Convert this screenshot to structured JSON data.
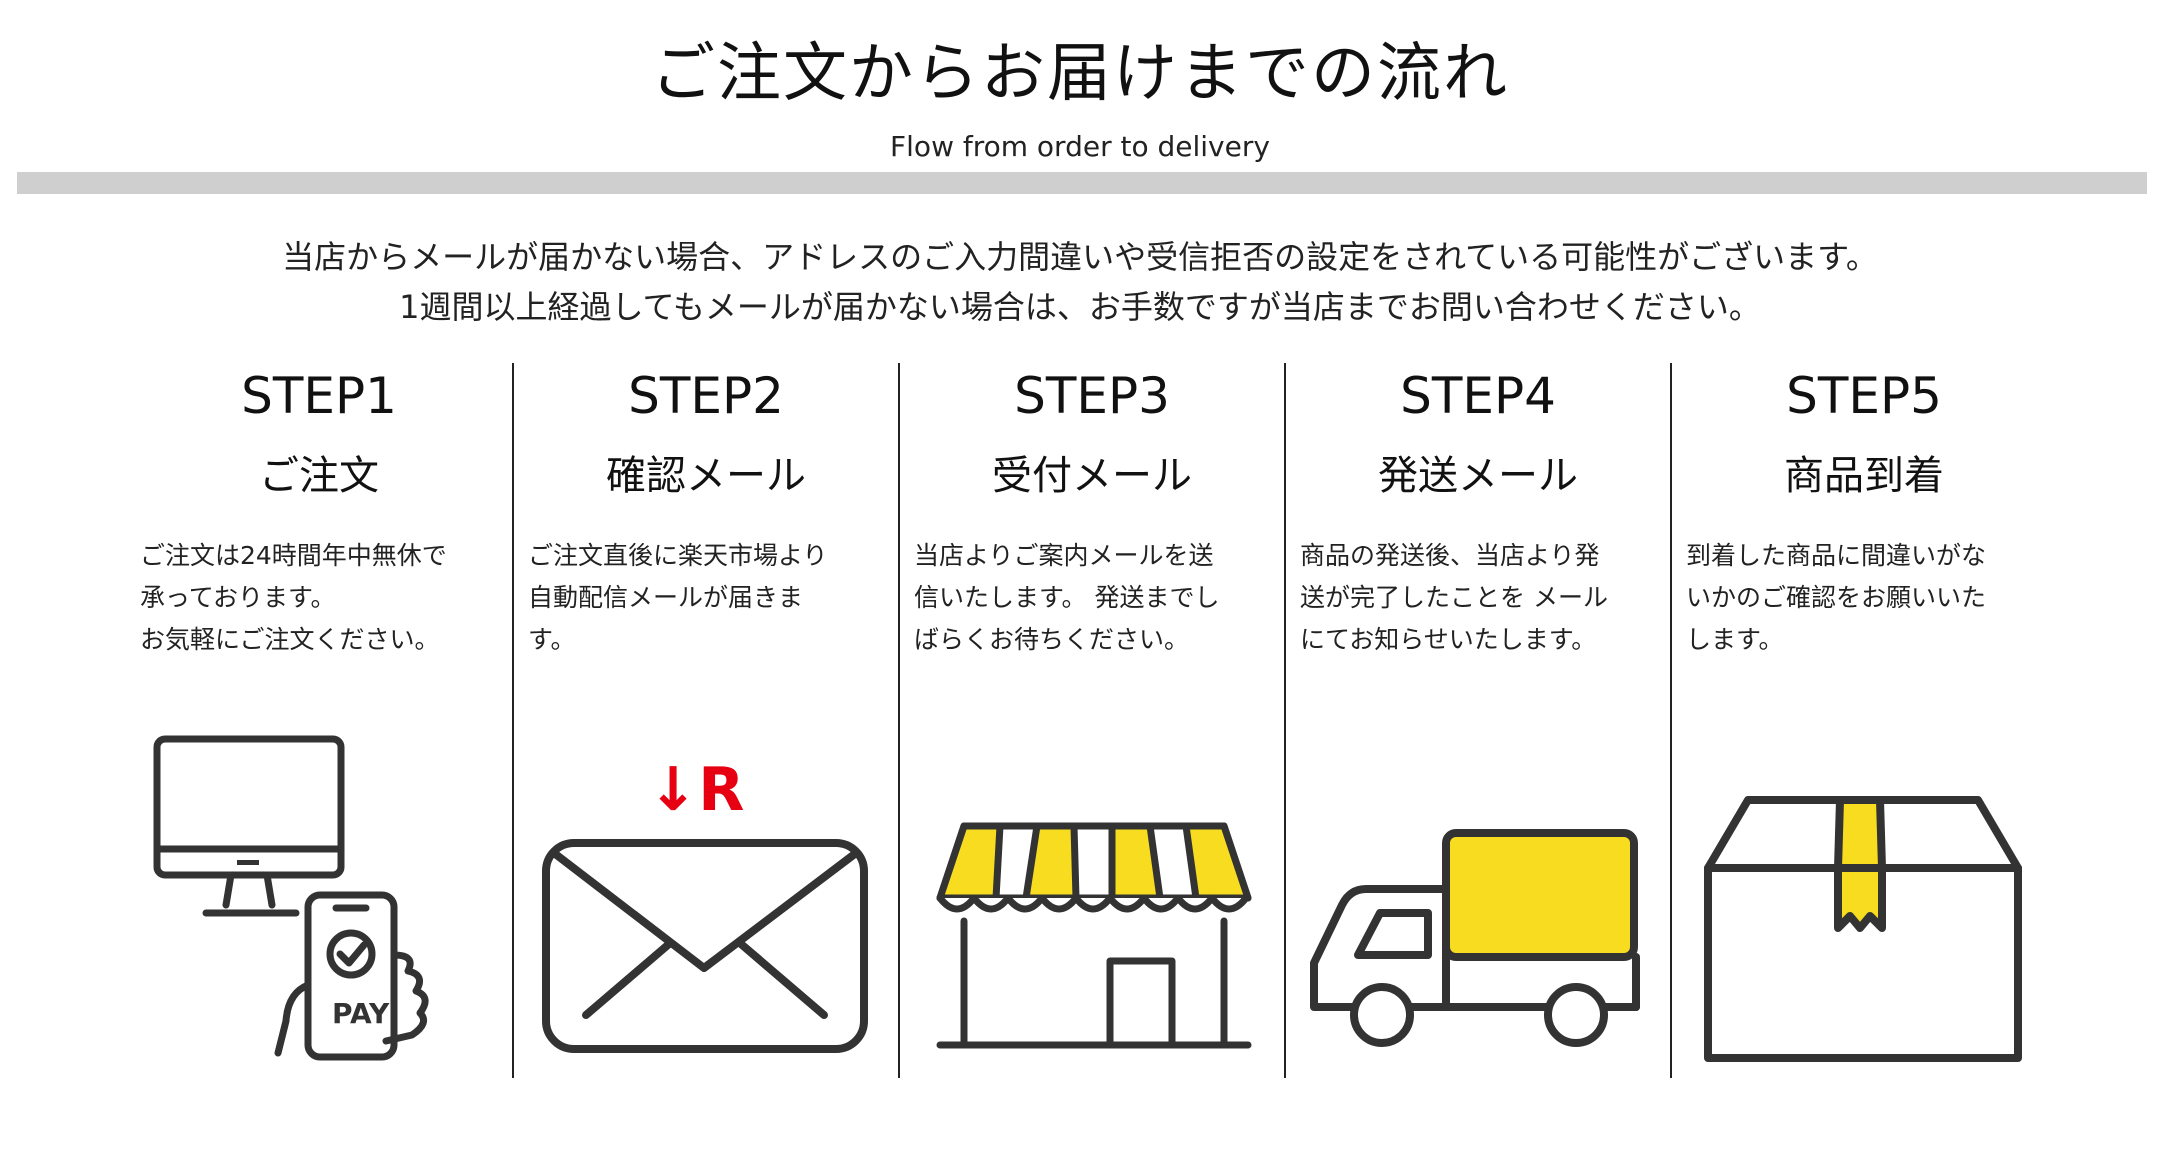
{
  "header": {
    "title": "ご注文からお届けまでの流れ",
    "subtitle": "Flow from order to delivery"
  },
  "notice": {
    "line1": "当店からメールが届かない場合、アドレスのご入力間違いや受信拒否の設定をされている可能性がございます。",
    "line2": "1週間以上経過してもメールが届かない場合は、お手数ですが当店までお問い合わせください。"
  },
  "steps": [
    {
      "title": "STEP1",
      "name": "ご注文",
      "desc": "ご注文は24時間年中無休で\n承っております。\nお気軽にご注文ください。",
      "icon": "computer-smartphone-pay-icon",
      "icon_text": "PAY"
    },
    {
      "title": "STEP2",
      "name": "確認メール",
      "desc": "ご注文直後に楽天市場より\n自動配信メールが届きま\nす。",
      "icon": "envelope-icon",
      "icon_text": "↓R"
    },
    {
      "title": "STEP3",
      "name": "受付メール",
      "desc": "当店よりご案内メールを送\n信いたします。 発送までし\nばらくお待ちください。",
      "icon": "store-icon"
    },
    {
      "title": "STEP4",
      "name": "発送メール",
      "desc": "商品の発送後、当店より発\n送が完了したことを メール\nにてお知らせいたします。",
      "icon": "delivery-truck-icon"
    },
    {
      "title": "STEP5",
      "name": "商品到着",
      "desc": "到着した商品に間違いがな\nいかのご確認をお願いいた\nします。",
      "icon": "package-box-icon"
    }
  ],
  "colors": {
    "accent_yellow": "#f7dc1f",
    "accent_red": "#e60012",
    "line": "#333333",
    "divider": "#cfcfcf"
  }
}
